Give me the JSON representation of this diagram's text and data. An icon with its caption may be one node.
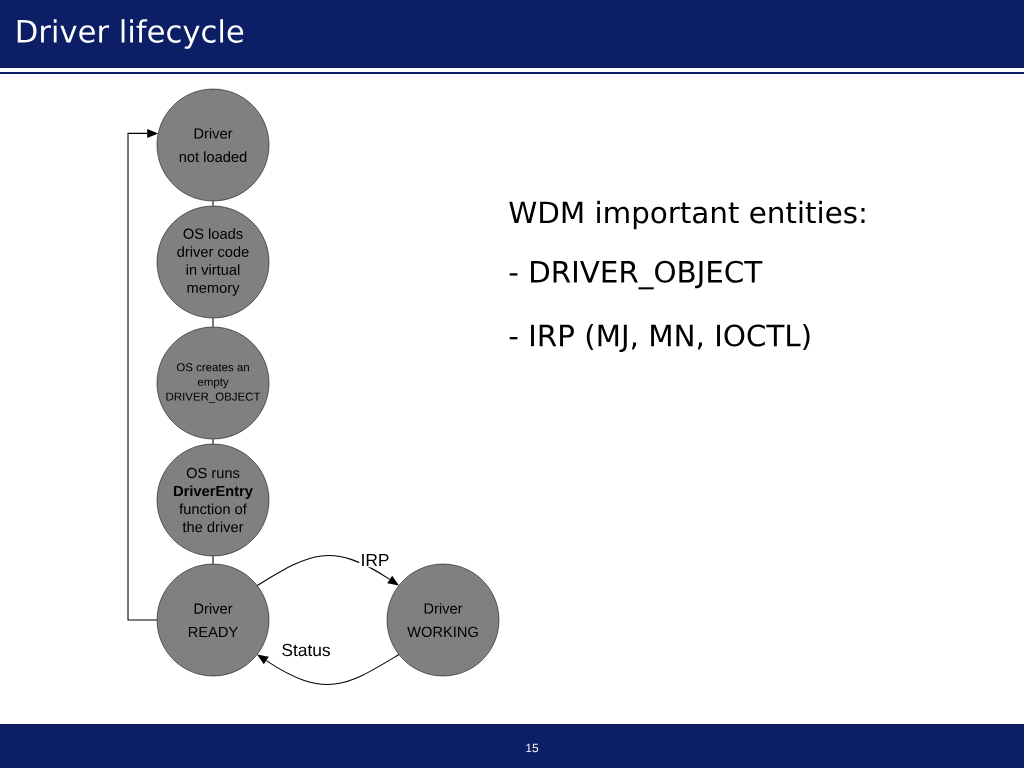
{
  "diagram": {
    "title": "Driver lifecycle",
    "nodes": [
      {
        "text": [
          "Driver",
          "not loaded"
        ]
      },
      {
        "text": [
          "OS loads driver code in virtual memory"
        ]
      },
      {
        "text": [
          "OS creates an empty DRIVER_OBJECT"
        ]
      },
      {
        "text": [
          "OS runs **DriverEntry** function of the driver"
        ]
      },
      {
        "text": [
          "Driver",
          "READY"
        ]
      },
      {
        "text": [
          "Driver",
          "WORKING"
        ]
      }
    ],
    "edges": [
      {
        "from": 0,
        "to": 1,
        "arrow": "none"
      },
      {
        "from": 1,
        "to": 2,
        "arrow": "none"
      },
      {
        "from": 2,
        "to": 3,
        "arrow": "none"
      },
      {
        "from": 3,
        "to": 4,
        "arrow": "none"
      },
      {
        "from": 4,
        "to": 0,
        "arrow": "to"
      },
      {
        "from": 4,
        "to": 5,
        "arrow": "to",
        "label": "IRP"
      },
      {
        "from": 5,
        "to": 4,
        "arrow": "to",
        "label": "Status"
      }
    ],
    "labels": [
      "WDM important entities:",
      "- DRIVER_OBJECT",
      "- IRP (MJ, MN, IOCTL)",
      "15"
    ]
  }
}
